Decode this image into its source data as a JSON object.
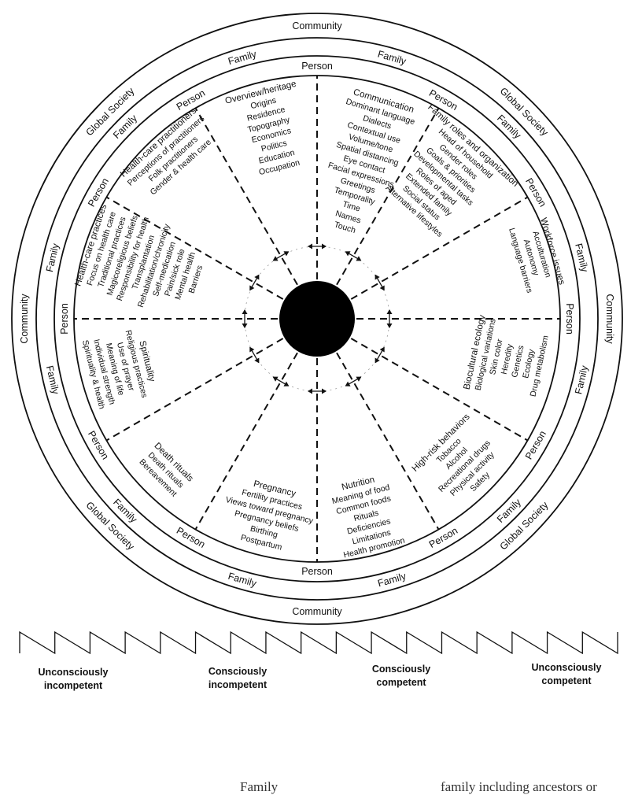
{
  "colors": {
    "ink": "#111111",
    "background": "#ffffff"
  },
  "rings": {
    "community": "Community",
    "global_society": "Global Society",
    "family": "Family",
    "person": "Person"
  },
  "core_icon": "filled-black-circle",
  "domains": [
    {
      "title": "Overview/heritage",
      "items": [
        "Origins",
        "Residence",
        "Topography",
        "Economics",
        "Politics",
        "Education",
        "Occupation"
      ]
    },
    {
      "title": "Communication",
      "items": [
        "Dominant language",
        "Dialects",
        "Contextual use",
        "Volume/tone",
        "Spatial distancing",
        "Eye contact",
        "Facial expressions",
        "Greetings",
        "Temporality",
        "Time",
        "Names",
        "Touch"
      ]
    },
    {
      "title": "Family roles and organization",
      "items": [
        "Head of household",
        "Gender roles",
        "Goals & priorities",
        "Developmental tasks",
        "Roles of aged",
        "Extended family",
        "Social status",
        "Alternative lifestyles"
      ]
    },
    {
      "title": "Workforce issues",
      "items": [
        "Acculturation",
        "Autonomy",
        "Language barriers"
      ]
    },
    {
      "title": "Biocultural ecology",
      "items": [
        "Biological variations",
        "Skin color",
        "Heredity",
        "Genetics",
        "Ecology",
        "Drug metabolism"
      ]
    },
    {
      "title": "High-risk behaviors",
      "items": [
        "Tobacco",
        "Alcohol",
        "Recreational drugs",
        "Physical activity",
        "Safety"
      ]
    },
    {
      "title": "Nutrition",
      "items": [
        "Meaning of food",
        "Common foods",
        "Rituals",
        "Deficiencies",
        "Limitations",
        "Health promotion"
      ]
    },
    {
      "title": "Pregnancy",
      "items": [
        "Fertility practices",
        "Views toward pregnancy",
        "Pregnancy beliefs",
        "Birthing",
        "Postpartum"
      ]
    },
    {
      "title": "Death rituals",
      "items": [
        "Death rituals",
        "Bereavement"
      ]
    },
    {
      "title": "Spirituality",
      "items": [
        "Religious practices",
        "Use of prayer",
        "Meaning of life",
        "Individual strength",
        "Spirituality & health"
      ]
    },
    {
      "title": "Health-care practices",
      "items": [
        "Focus on health care",
        "Traditional practices",
        "Magicoreligious beliefs",
        "Responsibility for health",
        "Transplantation",
        "Rehabilitation/chronicity",
        "Self-medication",
        "Pain/sick role",
        "Mental health",
        "Barriers"
      ]
    },
    {
      "title": "Health-care practitioners",
      "items": [
        "Perceptions of practitioners",
        "Folk practitioners",
        "Gender & health care"
      ]
    }
  ],
  "competence_scale": [
    {
      "line1": "Unconsciously",
      "line2": "incompetent"
    },
    {
      "line1": "Consciously",
      "line2": "incompetent"
    },
    {
      "line1": "Consciously",
      "line2": "competent"
    },
    {
      "line1": "Unconsciously",
      "line2": "competent"
    }
  ],
  "footer_fragment": {
    "part1": "Family",
    "part2": "family including ancestors or"
  }
}
